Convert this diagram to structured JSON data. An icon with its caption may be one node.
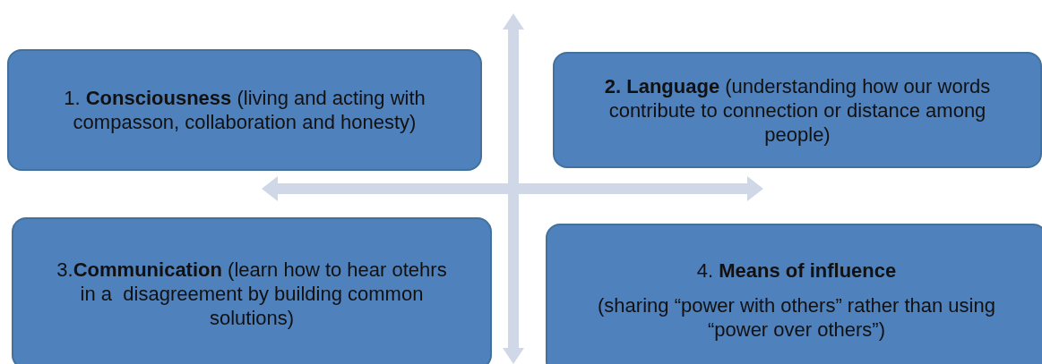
{
  "diagram": {
    "nodes": [
      {
        "text": [
          "1. **Consciousness** (living and acting with compasson, collaboration and honesty)"
        ]
      },
      {
        "text": [
          "**2. Language** (understanding how our words contribute to connection or distance among people)"
        ]
      },
      {
        "text": [
          "3.**Communication** (learn how to hear otehrs in a  disagreement by building common solutions)"
        ]
      },
      {
        "text": [
          "4. **Means of influence**",
          "(sharing “power with others” rather than using “power over others”)"
        ]
      }
    ]
  }
}
